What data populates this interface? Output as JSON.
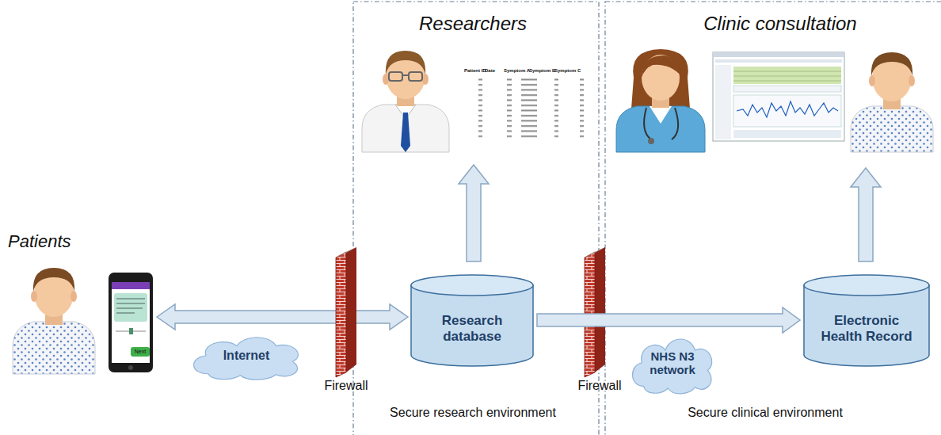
{
  "diagram": {
    "nodes": [
      {
        "text": [
          "Internet"
        ]
      },
      {
        "text": [
          "Research database"
        ]
      },
      {
        "text": [
          "NHS N3 network"
        ]
      },
      {
        "text": [
          "Electronic Health Record"
        ]
      }
    ],
    "edges": [
      {
        "from": 1,
        "to": 3,
        "arrow": "to"
      }
    ],
    "labels": [
      "Researchers",
      "Clinic consultation",
      "Patients",
      "Patient ID",
      "Date",
      "Symptom A",
      "Symptom B",
      "Symptom C",
      "Next",
      "Firewall",
      "Firewall",
      "Secure research environment",
      "Secure clinical environment"
    ]
  }
}
